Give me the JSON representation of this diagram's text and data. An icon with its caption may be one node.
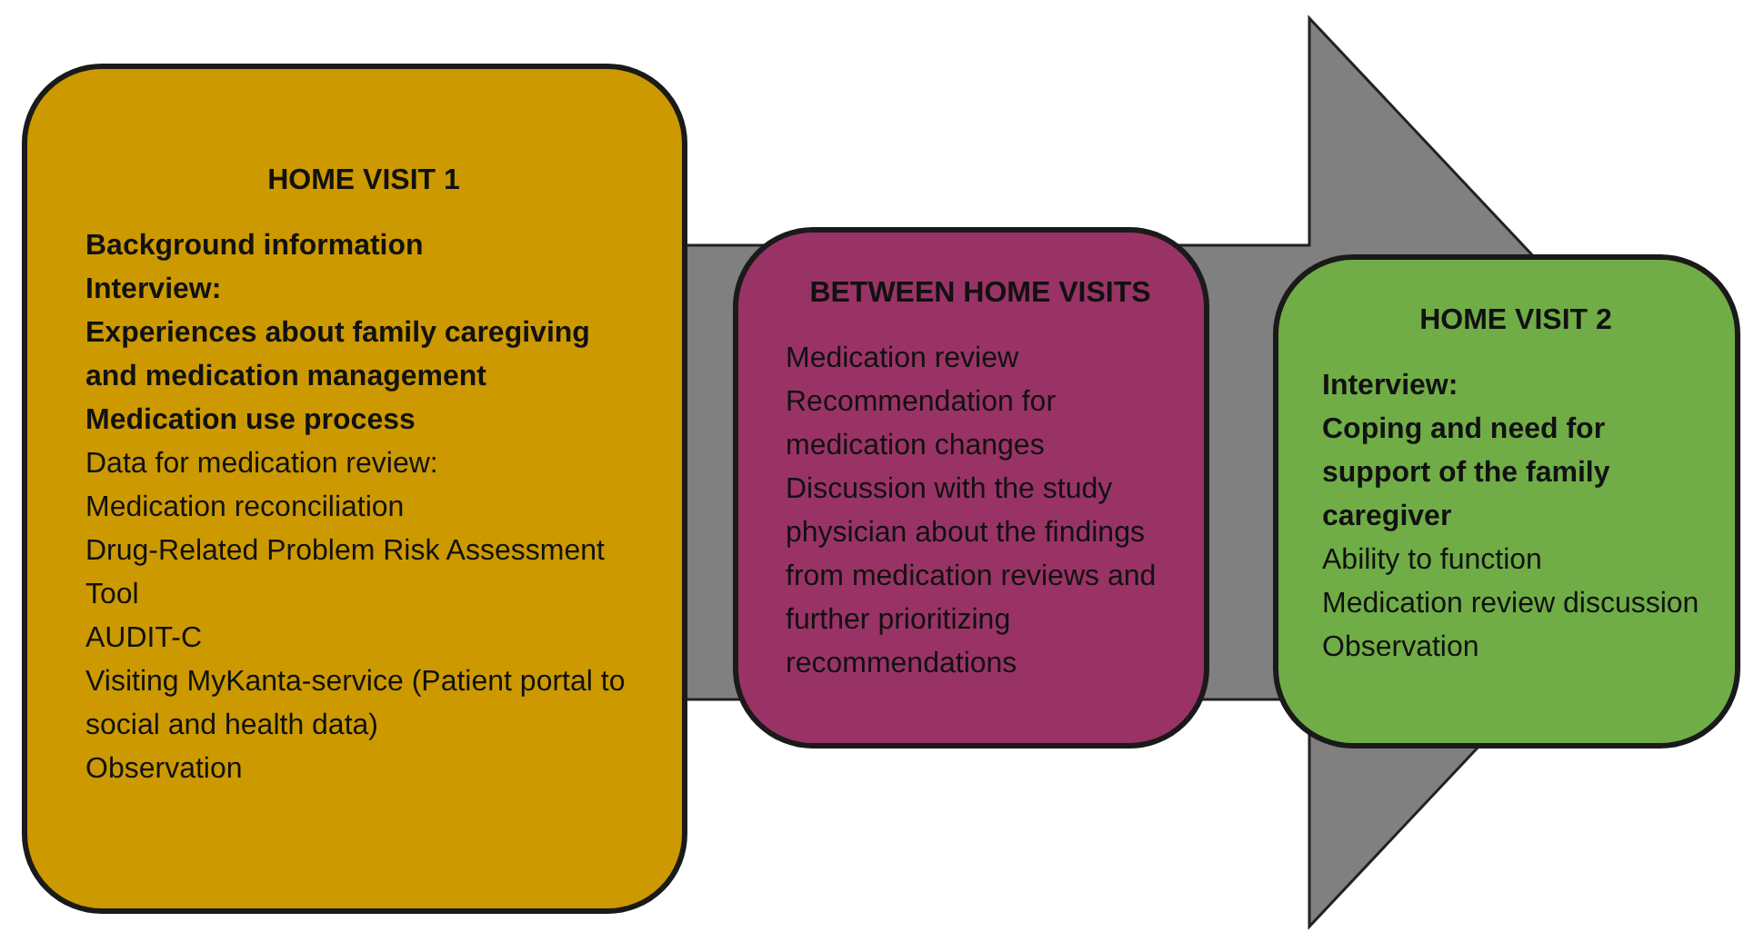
{
  "diagram": {
    "nodes": [
      {
        "text": [
          "HOME VISIT 1",
          "Background information",
          "Interview:",
          "Experiences about family caregiving and medication management",
          "Medication use process",
          "Data for medication review:",
          "Medication reconciliation",
          "Drug-Related Problem Risk Assessment Tool",
          "AUDIT-C",
          "Visiting MyKanta-service (Patient portal to social and health data)",
          "Observation"
        ]
      },
      {
        "text": [
          "BETWEEN HOME VISITS",
          "Medication review",
          "Recommendation for medication changes",
          "Discussion with the study physician about the findings from medication reviews and further prioritizing recommendations"
        ]
      },
      {
        "text": [
          "HOME VISIT 2",
          "Interview:",
          "Coping and need for support of the family caregiver",
          "Ability to function",
          "Medication review discussion",
          "Observation"
        ]
      }
    ],
    "edges": [
      {
        "from": 0,
        "to": 2,
        "arrow": "to"
      }
    ]
  }
}
